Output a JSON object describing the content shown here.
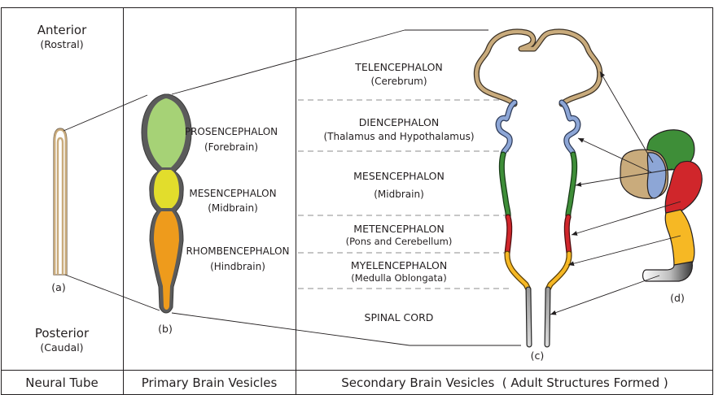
{
  "orientation": {
    "anterior": "Anterior",
    "rostral": "(Rostral)",
    "posterior": "Posterior",
    "caudal": "(Caudal)"
  },
  "panels": {
    "a": "(a)",
    "b": "(b)",
    "c": "(c)",
    "d": "(d)"
  },
  "primary": [
    {
      "name": "PROSENCEPHALON",
      "sub": "(Forebrain)",
      "color": "#a6d276"
    },
    {
      "name": "MESENCEPHALON",
      "sub": "(Midbrain)",
      "color": "#e2dd2c"
    },
    {
      "name": "RHOMBENCEPHALON",
      "sub": "(Hindbrain)",
      "color": "#ee9b1c"
    }
  ],
  "secondary": [
    {
      "name": "TELENCEPHALON",
      "sub": "(Cerebrum)",
      "color": "#c9ab7c"
    },
    {
      "name": "DIENCEPHALON",
      "sub": "(Thalamus and Hypothalamus)",
      "color": "#8da6d6"
    },
    {
      "name": "MESENCEPHALON",
      "sub": "(Midbrain)",
      "color": "#3e8e38"
    },
    {
      "name": "METENCEPHALON",
      "sub": "(Pons and Cerebellum)",
      "color": "#d0262b"
    },
    {
      "name": "MYELENCEPHALON",
      "sub": "(Medulla Oblongata)",
      "color": "#f6b824"
    },
    {
      "name": "SPINAL CORD",
      "sub": "",
      "color": "#7a7a7a"
    }
  ],
  "footer": {
    "neural_tube": "Neural Tube",
    "primary": "Primary Brain Vesicles",
    "secondary": "Secondary Brain Vesicles  ( Adult Structures Formed )"
  }
}
